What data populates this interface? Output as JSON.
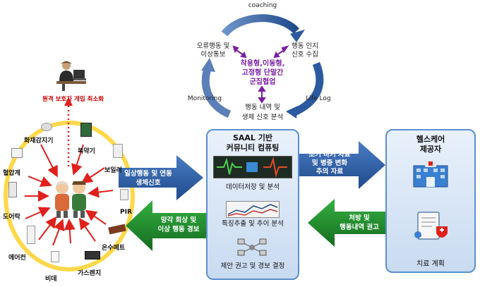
{
  "cycle": {
    "top": "coaching",
    "left": "Monitoring",
    "right": "Life Log",
    "top_left": [
      "오류행동 및",
      "이상통보"
    ],
    "top_right": [
      "행동 인지",
      "신호 수집"
    ],
    "center": [
      "착용형,이동형,",
      "고정형 단말간",
      "군집협업"
    ],
    "bottom": [
      "행동 내역 및",
      "생체 신호 분석"
    ]
  },
  "remote": {
    "label": "원격 보호자 개입 최소화"
  },
  "sensors": {
    "fire": "화재감지기",
    "medicine": "복약기",
    "boiler": "보일러",
    "blood_pressure": "혈압계",
    "door": "도어락",
    "pir": "PIR",
    "mat": "온수메트",
    "aircon": "에어컨",
    "bidet": "비데",
    "gas": "가스렌지"
  },
  "arrows": {
    "daily": [
      "일상행동 및 연동",
      "생체신호"
    ],
    "forget": [
      "망각 회상 및",
      "이상 행동 경보"
    ],
    "early": [
      "조기 마커 자료",
      "및 병증 변화",
      "추의 자료"
    ],
    "prescription": [
      "처방 및",
      "행동내역 권고"
    ]
  },
  "saal": {
    "title": [
      "SAAL 기반",
      "커뮤니티 컴퓨팅"
    ],
    "step1": "데이터저장 및 분석",
    "step2": "특징추출 및 추이 분석",
    "step3": "제안 권고 및 경보 결정"
  },
  "health": {
    "title": [
      "헬스케어",
      "제공자"
    ],
    "plan": "치료 계획"
  },
  "colors": {
    "blue_arrow": "#2f5fa6",
    "green_arrow": "#1f8f2c",
    "cycle_arrow": "#2c5aa0",
    "box_border": "#5b8fd0",
    "ring": "#ffd84a",
    "red": "#e0201c",
    "purple": "#7a1ea3"
  }
}
